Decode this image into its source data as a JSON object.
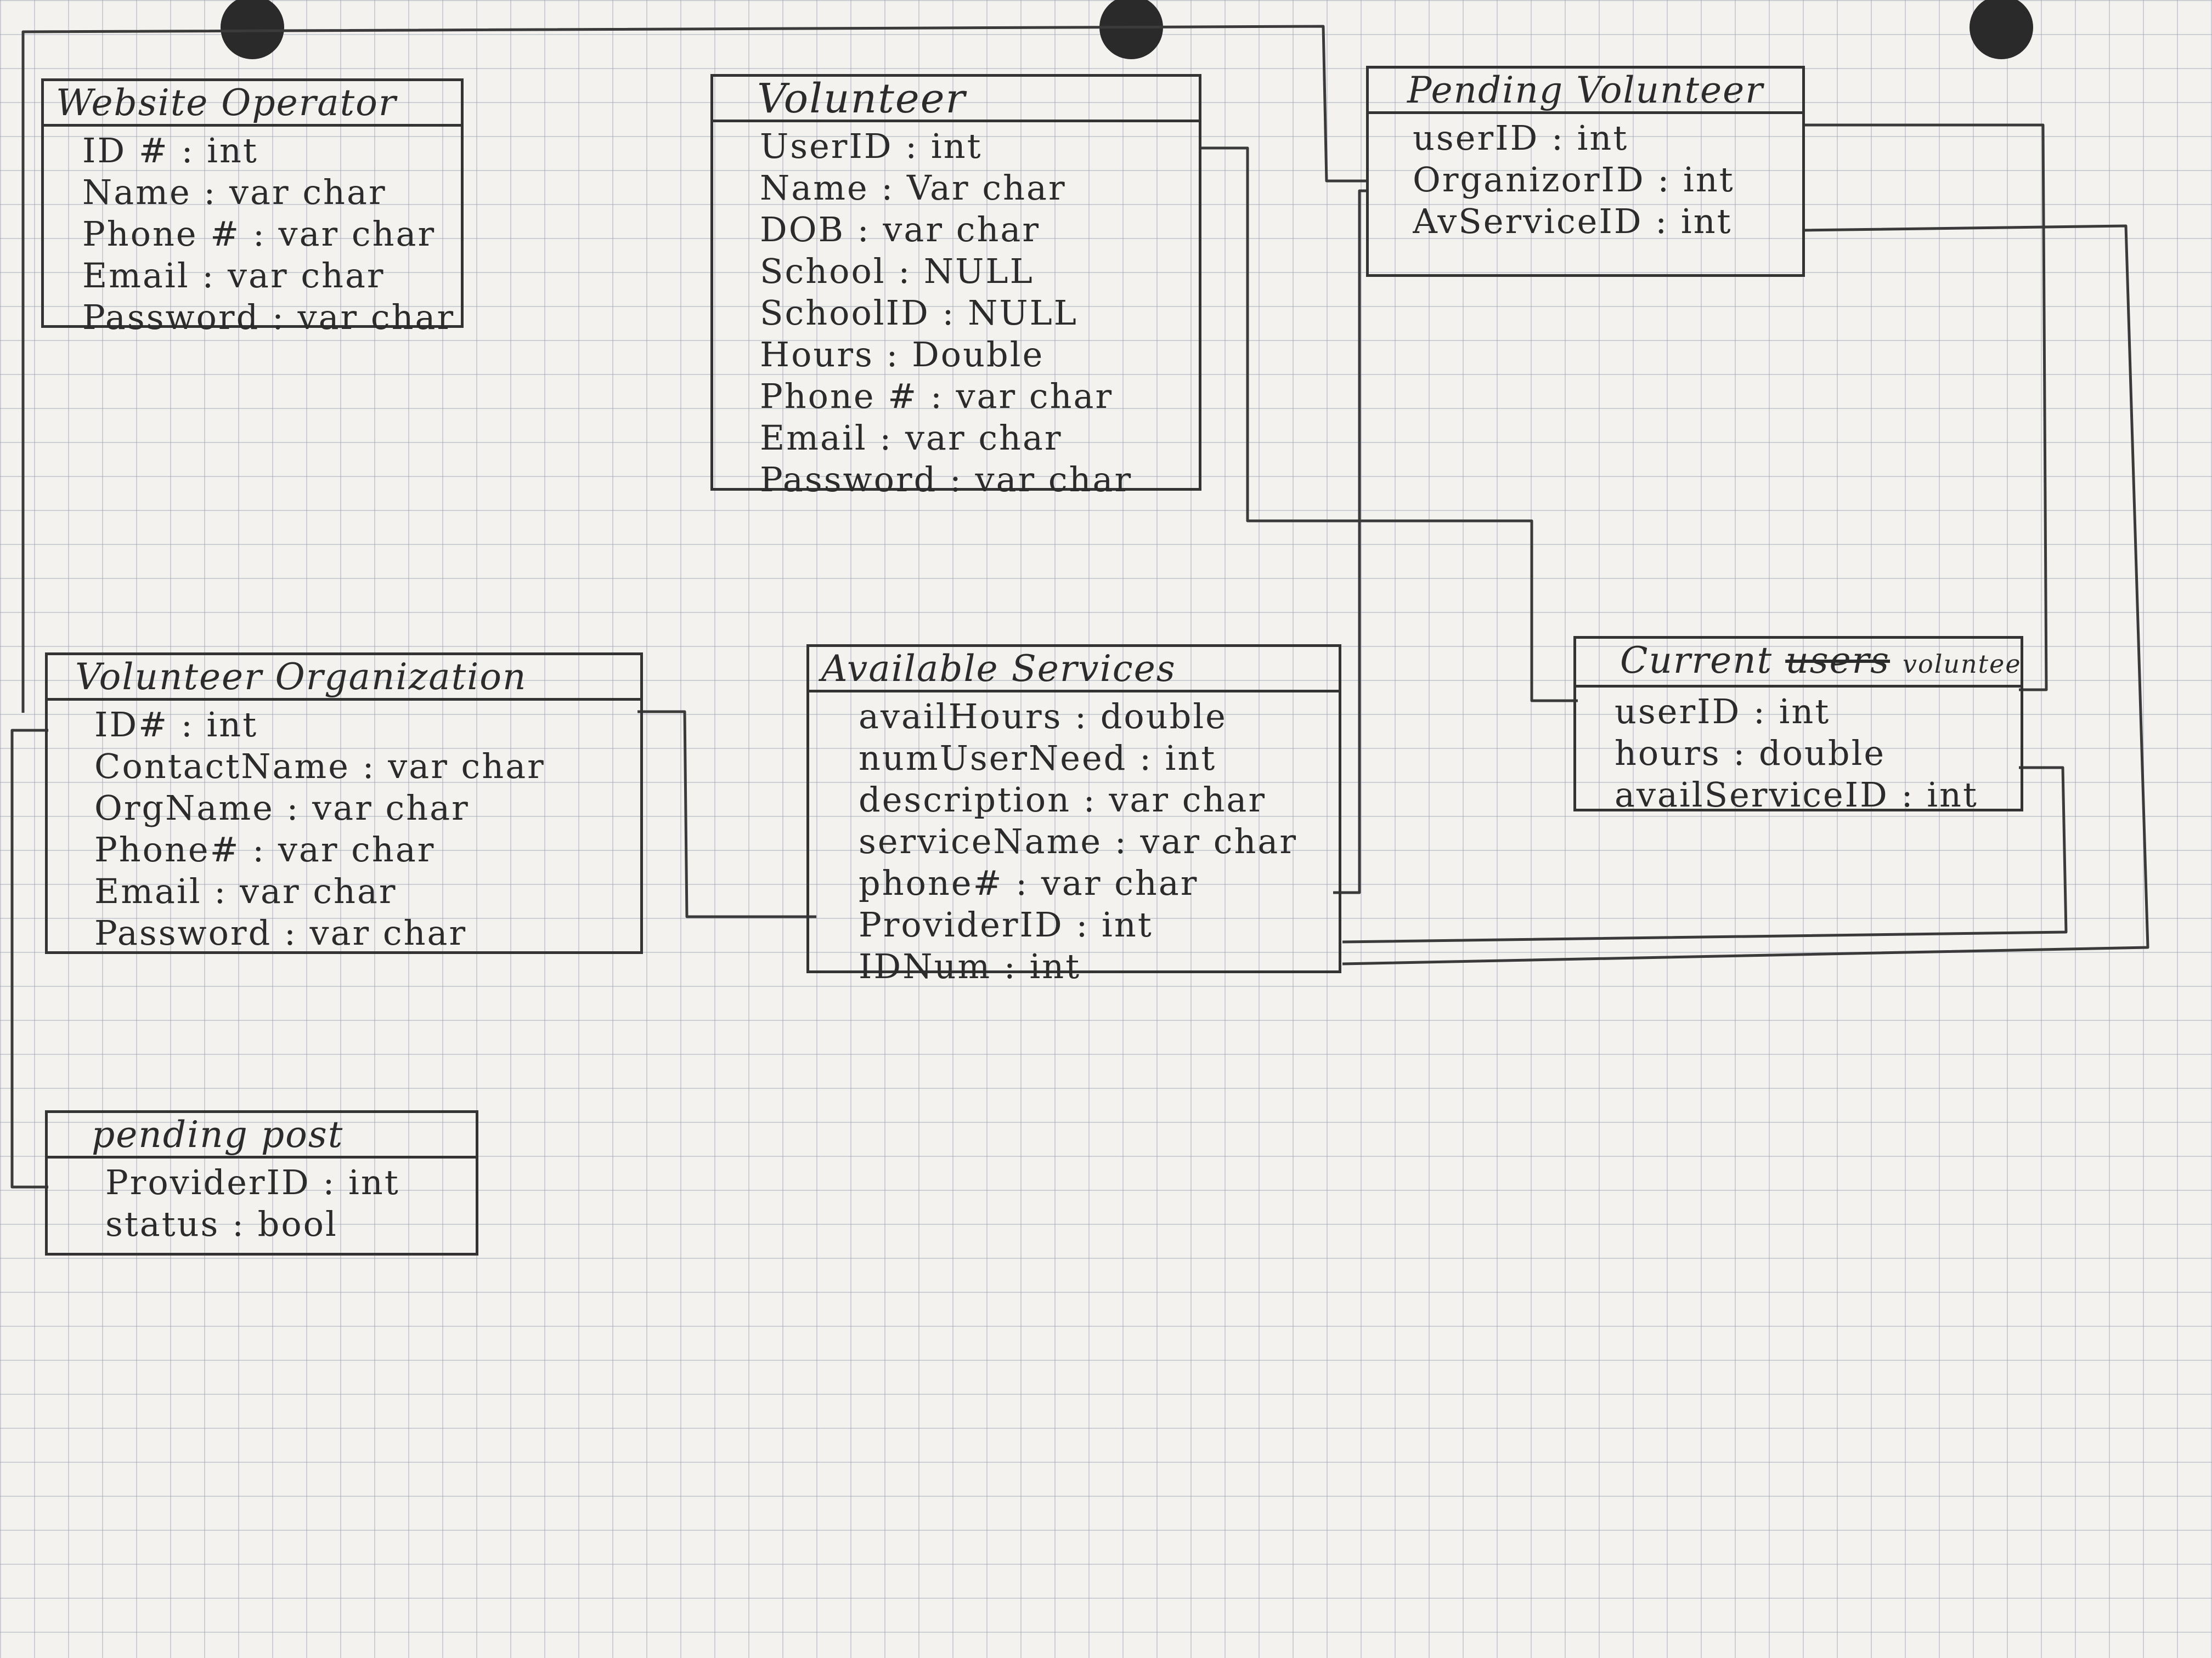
{
  "entities": {
    "website_operator": {
      "title": "Website Operator",
      "attributes": [
        "ID # : int",
        "Name : var char",
        "Phone # : var char",
        "Email : var char",
        "Password : var char"
      ]
    },
    "volunteer": {
      "title": "Volunteer",
      "attributes": [
        "UserID : int",
        "Name : Var char",
        "DOB : var char",
        "School : NULL",
        "SchoolID : NULL",
        "Hours : Double",
        "Phone # : var char",
        "Email : var char",
        "Password : var char"
      ]
    },
    "pending_volunteer": {
      "title": "Pending Volunteer",
      "attributes": [
        "userID : int",
        "OrganizorID : int",
        "AvServiceID : int"
      ]
    },
    "volunteer_organization": {
      "title": "Volunteer Organization",
      "attributes": [
        "ID# : int",
        "ContactName : var char",
        "OrgName : var char",
        "Phone# : var char",
        "Email : var char",
        "Password : var char"
      ]
    },
    "available_services": {
      "title": "Available Services",
      "attributes": [
        "availHours : double",
        "numUserNeed : int",
        "description : var char",
        "serviceName : var char",
        "phone# : var char",
        "ProviderID : int",
        "IDNum : int"
      ]
    },
    "current_volunteers": {
      "title_main": "Current",
      "title_struck": "users",
      "title_added": "volunteers",
      "attributes": [
        "userID : int",
        "hours : double",
        "availServiceID : int"
      ]
    },
    "pending_post": {
      "title": "pending post",
      "attributes": [
        "ProviderID : int",
        "status : bool"
      ]
    }
  },
  "style": {
    "ink": "#333333",
    "paper": "#f3f2ef",
    "grid": "#96a0af"
  }
}
